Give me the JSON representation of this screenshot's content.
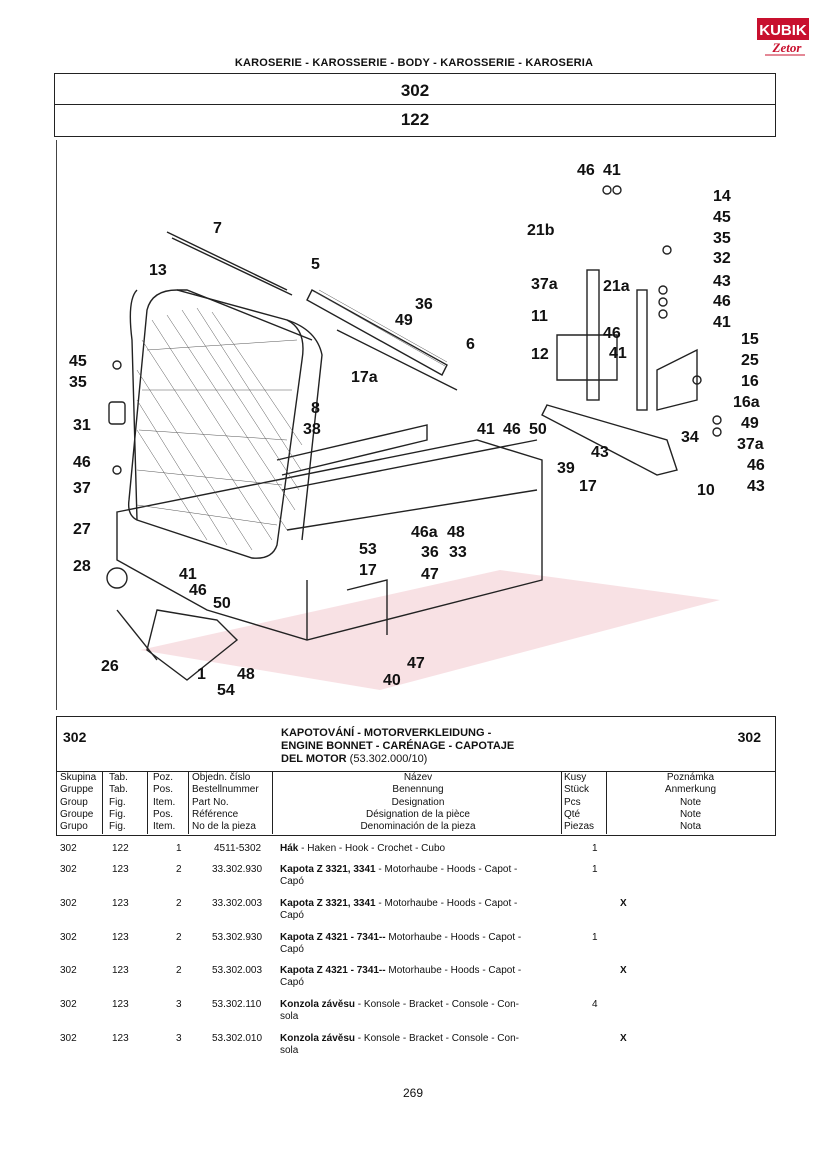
{
  "header": {
    "title": "KAROSERIE - KAROSSERIE - BODY - KAROSSERIE - KAROSERIA"
  },
  "group_box": {
    "group": "302",
    "table": "122"
  },
  "logo": {
    "text": "KUBÍK",
    "sub": "Zetor",
    "colors": {
      "brand": "#c8102e"
    }
  },
  "callouts": [
    "46",
    "41",
    "14",
    "45",
    "35",
    "32",
    "21b",
    "7",
    "5",
    "37a",
    "21a",
    "43",
    "46",
    "41",
    "13",
    "11",
    "36",
    "49",
    "46",
    "15",
    "6",
    "41",
    "25",
    "12",
    "45",
    "35",
    "17a",
    "16",
    "16a",
    "8",
    "31",
    "34",
    "49",
    "37a",
    "41",
    "46",
    "50",
    "38",
    "46",
    "46",
    "39",
    "43",
    "37",
    "43",
    "10",
    "17",
    "27",
    "46a",
    "48",
    "53",
    "36",
    "33",
    "28",
    "17",
    "47",
    "41",
    "46",
    "50",
    "47",
    "26",
    "1",
    "48",
    "40",
    "54"
  ],
  "table": {
    "group_left": "302",
    "group_right": "302",
    "title_lines": [
      "KAPOTOVÁNÍ - MOTORVERKLEIDUNG -",
      "ENGINE BONNET - CARÉNAGE - CAPOTAJE",
      "DEL MOTOR"
    ],
    "title_ref": "(53.302.000/10)",
    "columns": {
      "group": [
        "Skupina",
        "Gruppe",
        "Group",
        "Groupe",
        "Grupo"
      ],
      "tab": [
        "Tab.",
        "Tab.",
        "Fig.",
        "Fig.",
        "Fig."
      ],
      "pos": [
        "Poz.",
        "Pos.",
        "Item.",
        "Pos.",
        "Item."
      ],
      "part": [
        "Objedn. číslo",
        "Bestellnummer",
        "Part No.",
        "Référence",
        "No de la pieza"
      ],
      "name": [
        "Název",
        "Benennung",
        "Designation",
        "Désignation de la pièce",
        "Denominación de la pieza"
      ],
      "qty": [
        "Kusy",
        "Stück",
        "Pcs",
        "Qté",
        "Piezas"
      ],
      "note": [
        "Poznámka",
        "Anmerkung",
        "Note",
        "Note",
        "Nota"
      ]
    },
    "rows": [
      {
        "group": "302",
        "tab": "122",
        "pos": "1",
        "part": "4511-5302",
        "name_bold": "Hák",
        "name_rest": " -  Haken - Hook - Crochet - Cubo",
        "name2": "",
        "qty": "1",
        "note": ""
      },
      {
        "group": "302",
        "tab": "123",
        "pos": "2",
        "part": "33.302.930",
        "name_bold": "Kapota Z 3321, 3341",
        "name_rest": " - Motorhaube - Hoods - Capot -",
        "name2": "Capó",
        "qty": "1",
        "note": ""
      },
      {
        "group": "302",
        "tab": "123",
        "pos": "2",
        "part": "33.302.003",
        "name_bold": "Kapota Z 3321, 3341",
        "name_rest": " - Motorhaube - Hoods - Capot -",
        "name2": "Capó",
        "qty": "",
        "note": "X"
      },
      {
        "group": "302",
        "tab": "123",
        "pos": "2",
        "part": "53.302.930",
        "name_bold": "Kapota Z 4321 - 7341--",
        "name_rest": " Motorhaube - Hoods - Capot -",
        "name2": "Capó",
        "qty": "1",
        "note": ""
      },
      {
        "group": "302",
        "tab": "123",
        "pos": "2",
        "part": "53.302.003",
        "name_bold": "Kapota Z 4321 - 7341--",
        "name_rest": " Motorhaube - Hoods - Capot -",
        "name2": "Capó",
        "qty": "",
        "note": "X"
      },
      {
        "group": "302",
        "tab": "123",
        "pos": "3",
        "part": "53.302.110",
        "name_bold": "Konzola závěsu",
        "name_rest": " - Konsole - Bracket - Console - Con-",
        "name2": "sola",
        "qty": "4",
        "note": ""
      },
      {
        "group": "302",
        "tab": "123",
        "pos": "3",
        "part": "53.302.010",
        "name_bold": "Konzola závěsu",
        "name_rest": " - Konsole - Bracket - Console - Con-",
        "name2": "sola",
        "qty": "",
        "note": "X"
      }
    ]
  },
  "page_number": "269"
}
